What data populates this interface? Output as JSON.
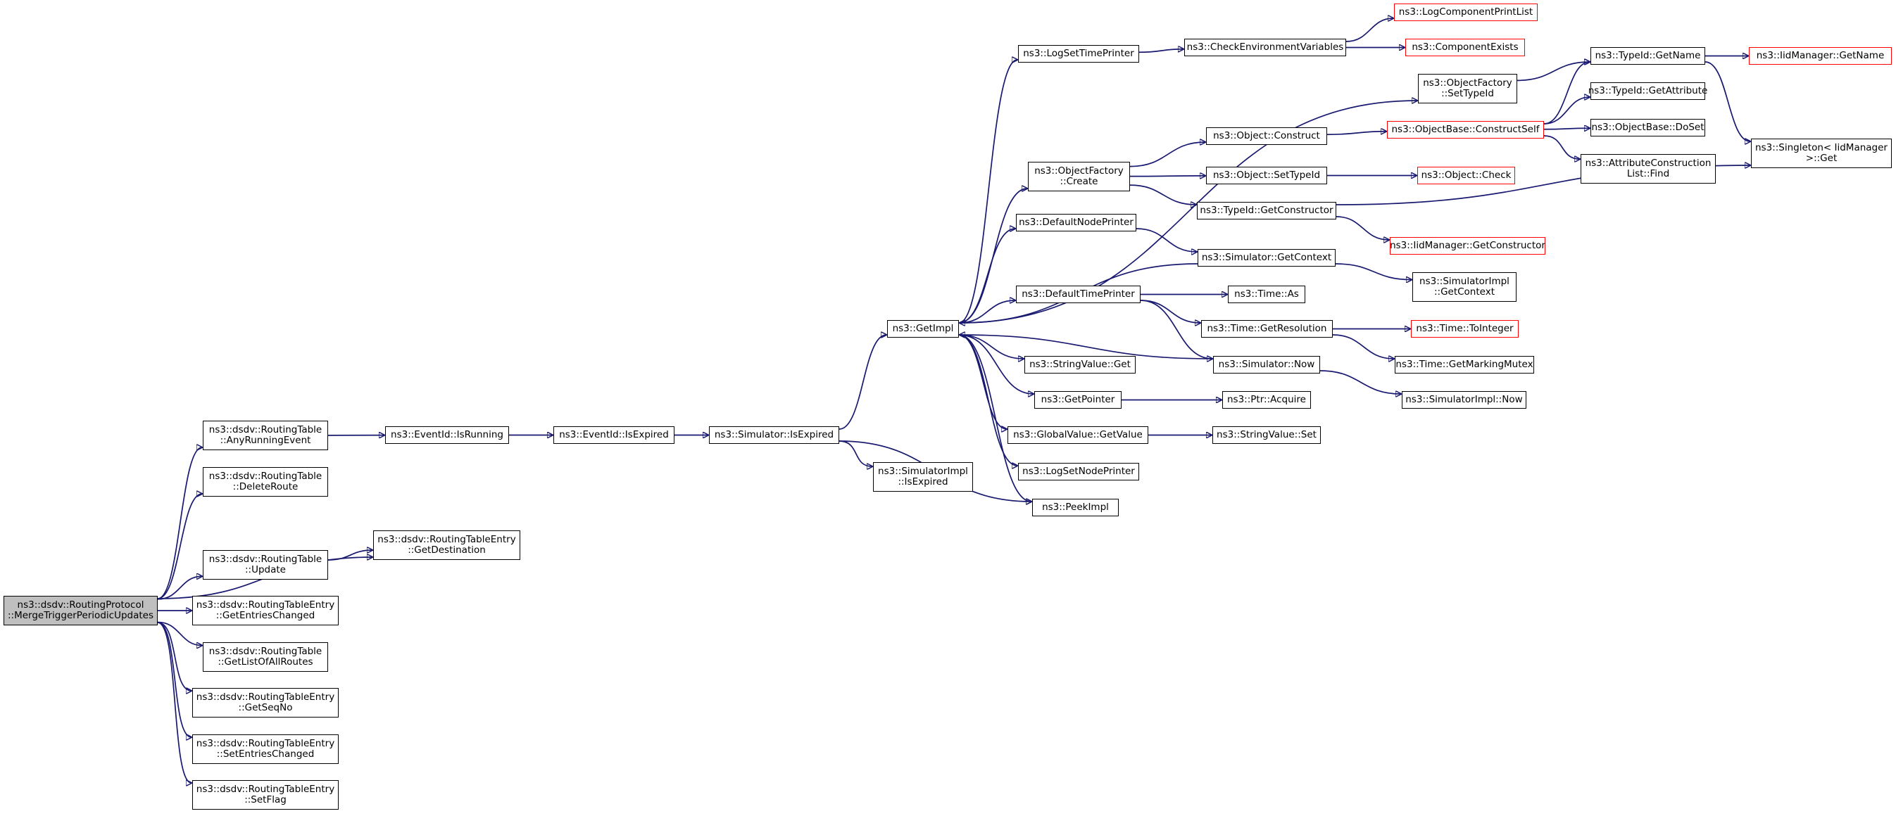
{
  "root_id": "n0",
  "nodes": [
    {
      "id": "n0",
      "lines": [
        "ns3::dsdv::RoutingProtocol",
        "::MergeTriggerPeriodicUpdates"
      ],
      "kind": "root"
    },
    {
      "id": "n1",
      "lines": [
        "ns3::dsdv::RoutingTable",
        "::AnyRunningEvent"
      ],
      "kind": "normal"
    },
    {
      "id": "n2",
      "lines": [
        "ns3::dsdv::RoutingTable",
        "::DeleteRoute"
      ],
      "kind": "normal"
    },
    {
      "id": "n3",
      "lines": [
        "ns3::dsdv::RoutingTableEntry",
        "::GetDestination"
      ],
      "kind": "normal"
    },
    {
      "id": "n4",
      "lines": [
        "ns3::dsdv::RoutingTable",
        "::Update"
      ],
      "kind": "normal"
    },
    {
      "id": "n5",
      "lines": [
        "ns3::dsdv::RoutingTableEntry",
        "::GetEntriesChanged"
      ],
      "kind": "normal"
    },
    {
      "id": "n6",
      "lines": [
        "ns3::dsdv::RoutingTable",
        "::GetListOfAllRoutes"
      ],
      "kind": "normal"
    },
    {
      "id": "n7",
      "lines": [
        "ns3::dsdv::RoutingTableEntry",
        "::GetSeqNo"
      ],
      "kind": "normal"
    },
    {
      "id": "n8",
      "lines": [
        "ns3::dsdv::RoutingTableEntry",
        "::SetEntriesChanged"
      ],
      "kind": "normal"
    },
    {
      "id": "n9",
      "lines": [
        "ns3::dsdv::RoutingTableEntry",
        "::SetFlag"
      ],
      "kind": "normal"
    },
    {
      "id": "n10",
      "lines": [
        "ns3::EventId::IsRunning"
      ],
      "kind": "normal"
    },
    {
      "id": "n11",
      "lines": [
        "ns3::EventId::IsExpired"
      ],
      "kind": "normal"
    },
    {
      "id": "n12",
      "lines": [
        "ns3::Simulator::IsExpired"
      ],
      "kind": "normal"
    },
    {
      "id": "n13",
      "lines": [
        "ns3::GetImpl"
      ],
      "kind": "normal"
    },
    {
      "id": "n14",
      "lines": [
        "ns3::SimulatorImpl",
        "::IsExpired"
      ],
      "kind": "normal"
    },
    {
      "id": "n15",
      "lines": [
        "ns3::PeekImpl"
      ],
      "kind": "normal"
    },
    {
      "id": "n16",
      "lines": [
        "ns3::LogSetTimePrinter"
      ],
      "kind": "normal"
    },
    {
      "id": "n17",
      "lines": [
        "ns3::ObjectFactory",
        "::Create"
      ],
      "kind": "normal"
    },
    {
      "id": "n18",
      "lines": [
        "ns3::DefaultNodePrinter"
      ],
      "kind": "normal"
    },
    {
      "id": "n19",
      "lines": [
        "ns3::DefaultTimePrinter"
      ],
      "kind": "normal"
    },
    {
      "id": "n20",
      "lines": [
        "ns3::StringValue::Get"
      ],
      "kind": "normal"
    },
    {
      "id": "n21",
      "lines": [
        "ns3::GetPointer"
      ],
      "kind": "normal"
    },
    {
      "id": "n22",
      "lines": [
        "ns3::GlobalValue::GetValue"
      ],
      "kind": "normal"
    },
    {
      "id": "n23",
      "lines": [
        "ns3::LogSetNodePrinter"
      ],
      "kind": "normal"
    },
    {
      "id": "n24",
      "lines": [
        "ns3::CheckEnvironmentVariables"
      ],
      "kind": "normal"
    },
    {
      "id": "n25",
      "lines": [
        "ns3::Object::Construct"
      ],
      "kind": "normal"
    },
    {
      "id": "n26",
      "lines": [
        "ns3::Object::SetTypeId"
      ],
      "kind": "normal"
    },
    {
      "id": "n27",
      "lines": [
        "ns3::TypeId::GetConstructor"
      ],
      "kind": "normal"
    },
    {
      "id": "n28",
      "lines": [
        "ns3::Simulator::GetContext"
      ],
      "kind": "normal"
    },
    {
      "id": "n29",
      "lines": [
        "ns3::Time::As"
      ],
      "kind": "normal"
    },
    {
      "id": "n30",
      "lines": [
        "ns3::Time::GetResolution"
      ],
      "kind": "normal"
    },
    {
      "id": "n31",
      "lines": [
        "ns3::Simulator::Now"
      ],
      "kind": "normal"
    },
    {
      "id": "n32",
      "lines": [
        "ns3::Ptr::Acquire"
      ],
      "kind": "normal"
    },
    {
      "id": "n33",
      "lines": [
        "ns3::StringValue::Set"
      ],
      "kind": "normal"
    },
    {
      "id": "n34",
      "lines": [
        "ns3::LogComponentPrintList"
      ],
      "kind": "external"
    },
    {
      "id": "n35",
      "lines": [
        "ns3::ComponentExists"
      ],
      "kind": "external"
    },
    {
      "id": "n36",
      "lines": [
        "ns3::ObjectFactory",
        "::SetTypeId"
      ],
      "kind": "normal"
    },
    {
      "id": "n37",
      "lines": [
        "ns3::ObjectBase::ConstructSelf"
      ],
      "kind": "external"
    },
    {
      "id": "n38",
      "lines": [
        "ns3::Object::Check"
      ],
      "kind": "external"
    },
    {
      "id": "n39",
      "lines": [
        "ns3::IidManager::GetConstructor"
      ],
      "kind": "external"
    },
    {
      "id": "n40",
      "lines": [
        "ns3::SimulatorImpl",
        "::GetContext"
      ],
      "kind": "normal"
    },
    {
      "id": "n41",
      "lines": [
        "ns3::Time::ToInteger"
      ],
      "kind": "external"
    },
    {
      "id": "n42",
      "lines": [
        "ns3::Time::GetMarkingMutex"
      ],
      "kind": "normal"
    },
    {
      "id": "n43",
      "lines": [
        "ns3::SimulatorImpl::Now"
      ],
      "kind": "normal"
    },
    {
      "id": "n44",
      "lines": [
        "ns3::TypeId::GetName"
      ],
      "kind": "normal"
    },
    {
      "id": "n45",
      "lines": [
        "ns3::TypeId::GetAttribute"
      ],
      "kind": "normal"
    },
    {
      "id": "n46",
      "lines": [
        "ns3::ObjectBase::DoSet"
      ],
      "kind": "normal"
    },
    {
      "id": "n47",
      "lines": [
        "ns3::AttributeConstruction",
        "List::Find"
      ],
      "kind": "normal"
    },
    {
      "id": "n48",
      "lines": [
        "ns3::IidManager::GetName"
      ],
      "kind": "external"
    },
    {
      "id": "n49",
      "lines": [
        "ns3::Singleton< IidManager",
        ">::Get"
      ],
      "kind": "normal"
    }
  ],
  "edges": [
    [
      "n0",
      "n1"
    ],
    [
      "n0",
      "n2"
    ],
    [
      "n0",
      "n3"
    ],
    [
      "n0",
      "n4"
    ],
    [
      "n0",
      "n5"
    ],
    [
      "n0",
      "n6"
    ],
    [
      "n0",
      "n7"
    ],
    [
      "n0",
      "n8"
    ],
    [
      "n0",
      "n9"
    ],
    [
      "n1",
      "n10"
    ],
    [
      "n4",
      "n3"
    ],
    [
      "n10",
      "n11"
    ],
    [
      "n11",
      "n12"
    ],
    [
      "n12",
      "n13"
    ],
    [
      "n12",
      "n14"
    ],
    [
      "n12",
      "n15"
    ],
    [
      "n13",
      "n16"
    ],
    [
      "n13",
      "n36"
    ],
    [
      "n13",
      "n17"
    ],
    [
      "n13",
      "n18"
    ],
    [
      "n13",
      "n19"
    ],
    [
      "n13",
      "n20"
    ],
    [
      "n13",
      "n21"
    ],
    [
      "n13",
      "n22"
    ],
    [
      "n13",
      "n23"
    ],
    [
      "n13",
      "n15"
    ],
    [
      "n16",
      "n24"
    ],
    [
      "n24",
      "n34"
    ],
    [
      "n24",
      "n35"
    ],
    [
      "n36",
      "n44"
    ],
    [
      "n17",
      "n25"
    ],
    [
      "n17",
      "n26"
    ],
    [
      "n17",
      "n27"
    ],
    [
      "n25",
      "n37"
    ],
    [
      "n26",
      "n38"
    ],
    [
      "n27",
      "n39"
    ],
    [
      "n27",
      "n49"
    ],
    [
      "n37",
      "n44"
    ],
    [
      "n37",
      "n45"
    ],
    [
      "n37",
      "n46"
    ],
    [
      "n37",
      "n47"
    ],
    [
      "n44",
      "n48"
    ],
    [
      "n44",
      "n49"
    ],
    [
      "n18",
      "n28"
    ],
    [
      "n28",
      "n40"
    ],
    [
      "n28",
      "n13"
    ],
    [
      "n19",
      "n29"
    ],
    [
      "n19",
      "n30"
    ],
    [
      "n19",
      "n31"
    ],
    [
      "n30",
      "n41"
    ],
    [
      "n30",
      "n42"
    ],
    [
      "n31",
      "n13"
    ],
    [
      "n31",
      "n43"
    ],
    [
      "n21",
      "n32"
    ],
    [
      "n22",
      "n33"
    ]
  ]
}
